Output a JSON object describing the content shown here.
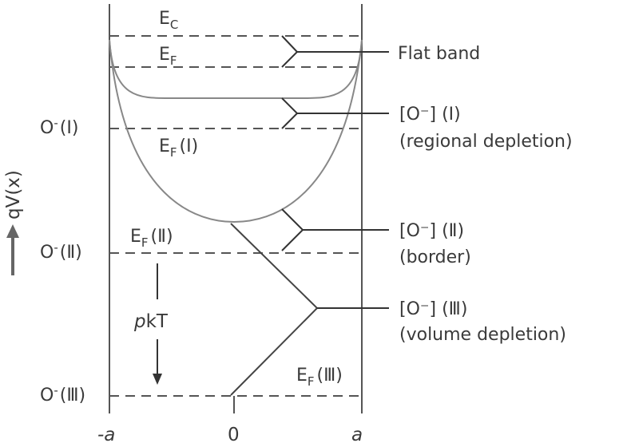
{
  "diagram": {
    "axis": {
      "ylabel": "qV(x)",
      "x_ticks": {
        "left": "-a",
        "center": "0",
        "right": "a"
      }
    },
    "levels": {
      "ec": {
        "main": "E",
        "sub": "C"
      },
      "ef_flat": {
        "main": "E",
        "sub": "F"
      },
      "ef1": {
        "main": "E",
        "sub": "F",
        "suffix": "(Ⅰ)"
      },
      "ef2": {
        "main": "E",
        "sub": "F",
        "suffix": "(Ⅱ)"
      },
      "ef3": {
        "main": "E",
        "sub": "F",
        "suffix": "(Ⅲ)"
      }
    },
    "left_labels": {
      "o1": {
        "main": "O",
        "sup": "-",
        "suffix": "(Ⅰ)"
      },
      "o2": {
        "main": "O",
        "sup": "-",
        "suffix": "(Ⅱ)"
      },
      "o3": {
        "main": "O",
        "sup": "-",
        "suffix": "(Ⅲ)"
      }
    },
    "pkt": {
      "italic": "p",
      "rest": "kT"
    },
    "callouts": {
      "flat_band": "Flat band",
      "c1_line1": "[O⁻] (Ⅰ)",
      "c1_line2": "(regional depletion)",
      "c2_line1": "[O⁻] (Ⅱ)",
      "c2_line2": "(border)",
      "c3_line1": "[O⁻] (Ⅲ)",
      "c3_line2": "(volume depletion)"
    },
    "colors": {
      "lines": "#555555",
      "curves": "#888888",
      "dashes": "#555555"
    }
  }
}
